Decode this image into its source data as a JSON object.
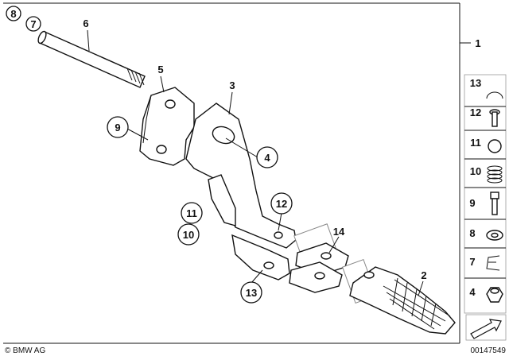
{
  "diagram": {
    "callouts": {
      "c1": "1",
      "c2": "2",
      "c3": "3",
      "c4": "4",
      "c5": "5",
      "c6": "6",
      "c7": "7",
      "c8": "8",
      "c9": "9",
      "c10": "10",
      "c11": "11",
      "c12": "12",
      "c13": "13",
      "c14": "14"
    },
    "legend": [
      {
        "number": "13",
        "icon": "circlip-icon"
      },
      {
        "number": "12",
        "icon": "bolt-icon"
      },
      {
        "number": "11",
        "icon": "ball-icon"
      },
      {
        "number": "10",
        "icon": "spring-icon"
      },
      {
        "number": "9",
        "icon": "screw-icon"
      },
      {
        "number": "8",
        "icon": "washer-icon"
      },
      {
        "number": "7",
        "icon": "clip-icon"
      },
      {
        "number": "4",
        "icon": "nut-icon"
      }
    ],
    "footer_left": "© BMW AG",
    "footer_right": "00147549"
  }
}
